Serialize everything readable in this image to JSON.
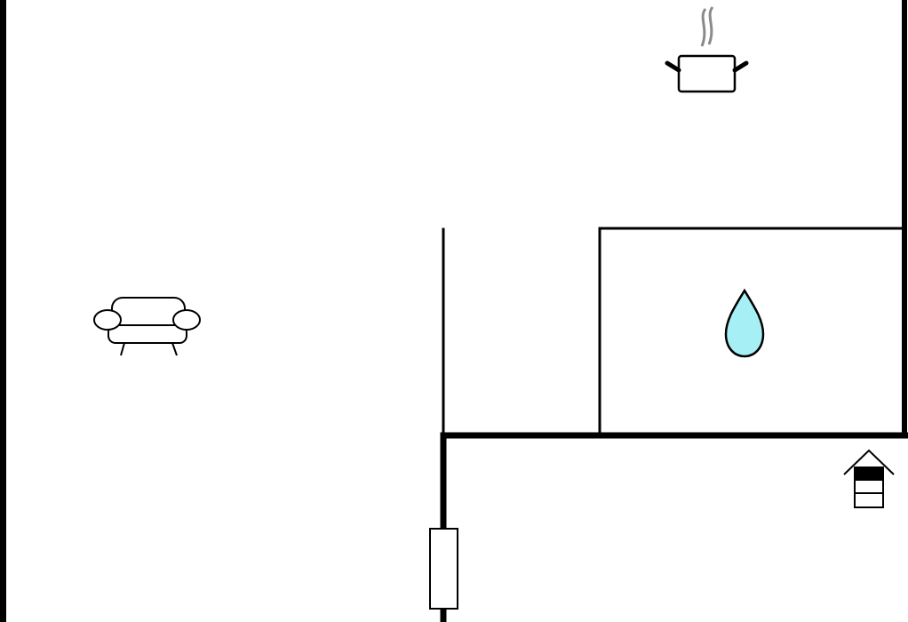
{
  "floor_plan": {
    "rooms": [
      "living-area",
      "kitchen",
      "bathroom",
      "entrance-hall"
    ],
    "symbols": [
      {
        "room": "kitchen",
        "icon": "cooking-pot-icon"
      },
      {
        "room": "living-area",
        "icon": "sofa-icon"
      },
      {
        "room": "bathroom",
        "icon": "water-drop-icon"
      },
      {
        "room": "entrance-hall",
        "icon": "entrance-icon"
      },
      {
        "room": "entrance-hall",
        "icon": "door-icon"
      }
    ],
    "colors": {
      "wall": "#000000",
      "background": "#ffffff",
      "steam": "#8a8a8a",
      "water_drop": "#a6f0f5"
    }
  }
}
